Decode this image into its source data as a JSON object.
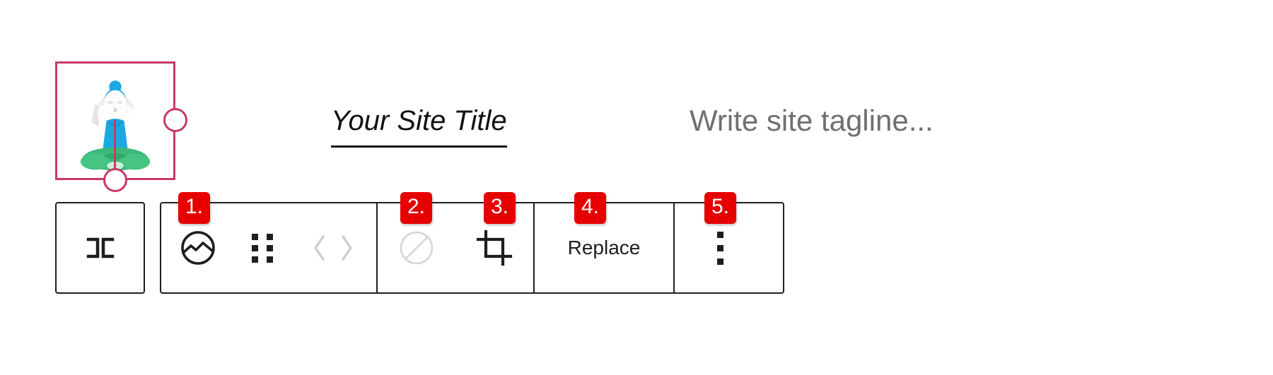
{
  "page": {
    "background": "#ffffff",
    "accent_selection_color": "#c8386a",
    "badge_color": "#e60000",
    "toolbar_border_color": "#1e1e1e"
  },
  "site_header": {
    "logo": {
      "alt": "yoga-meditation-illustration",
      "selected": true,
      "colors": {
        "top": "#1ba8e0",
        "pants": "#3cb878",
        "skin": "#ffffff",
        "outline": "#e8e8e8"
      }
    },
    "title": "Your Site Title",
    "tagline_placeholder": "Write site tagline..."
  },
  "toolbar": {
    "parent_block": {
      "icon": "select-parent-icon",
      "label": ""
    },
    "groups": [
      {
        "name": "block-controls",
        "items": [
          {
            "name": "image-block-type-icon",
            "icon": "image-block-icon",
            "label": ""
          },
          {
            "name": "drag-handle",
            "icon": "drag-dots-icon",
            "label": ""
          },
          {
            "name": "move-up-down",
            "icon": "chevron-left-right-icon",
            "label": "",
            "disabled": true
          }
        ]
      },
      {
        "name": "image-format",
        "items": [
          {
            "name": "no-filter",
            "icon": "circle-slash-icon",
            "label": "",
            "disabled": true
          },
          {
            "name": "crop",
            "icon": "crop-icon",
            "label": ""
          }
        ]
      },
      {
        "name": "replace-group",
        "items": [
          {
            "name": "replace",
            "icon": "",
            "label": "Replace"
          }
        ]
      },
      {
        "name": "options-group",
        "items": [
          {
            "name": "more-options",
            "icon": "more-vertical-icon",
            "label": ""
          }
        ]
      }
    ]
  },
  "badges": [
    {
      "label": "1.",
      "target": "image-block-type-icon"
    },
    {
      "label": "2.",
      "target": "no-filter"
    },
    {
      "label": "3.",
      "target": "crop"
    },
    {
      "label": "4.",
      "target": "replace"
    },
    {
      "label": "5.",
      "target": "more-options"
    }
  ]
}
